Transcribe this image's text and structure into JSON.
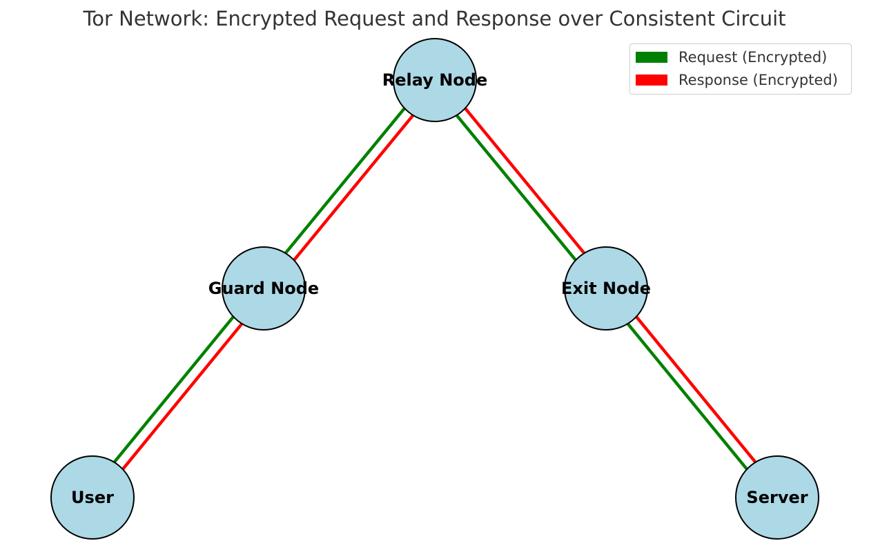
{
  "title": "Tor Network: Encrypted Request and Response over Consistent Circuit",
  "nodes": [
    {
      "id": "user",
      "label": "User"
    },
    {
      "id": "guard",
      "label": "Guard Node"
    },
    {
      "id": "relay",
      "label": "Relay Node"
    },
    {
      "id": "exit",
      "label": "Exit Node"
    },
    {
      "id": "server",
      "label": "Server"
    }
  ],
  "edges": [
    [
      "user",
      "guard"
    ],
    [
      "guard",
      "relay"
    ],
    [
      "relay",
      "exit"
    ],
    [
      "exit",
      "server"
    ]
  ],
  "legend": [
    {
      "label": "Request (Encrypted)",
      "color": "#008000"
    },
    {
      "label": "Response (Encrypted)",
      "color": "#ff0000"
    }
  ],
  "colors": {
    "node_fill": "#add8e6",
    "request": "#008000",
    "response": "#ff0000"
  }
}
